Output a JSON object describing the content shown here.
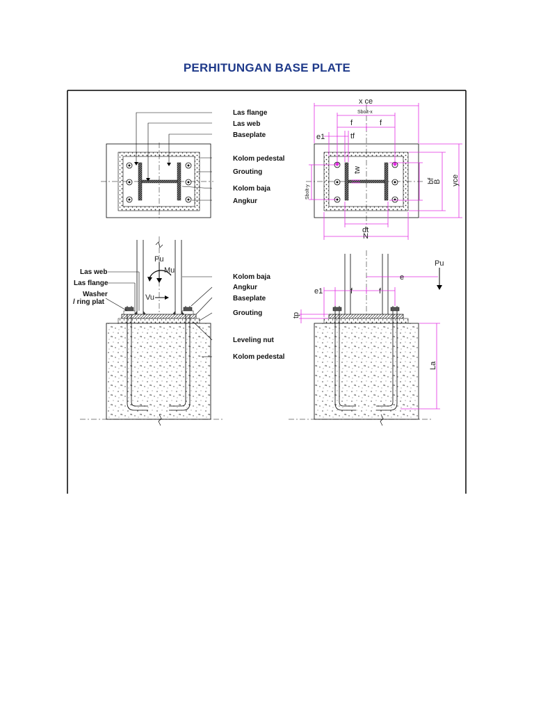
{
  "document": {
    "title": "PERHITUNGAN BASE PLATE"
  },
  "plan_view_left": {
    "labels": [
      "Las flange",
      "Las web",
      "Baseplate",
      "Kolom pedestal",
      "Grouting",
      "Kolom baja",
      "Angkur"
    ]
  },
  "plan_view_right": {
    "dims": {
      "xce": "x ce",
      "sbolt_x": "Sbolt-x",
      "f1": "f",
      "f2": "f",
      "e1": "e1",
      "tf": "tf",
      "tw": "tw",
      "bf": "bf",
      "B": "B",
      "yce": "yce",
      "sbolt_y": "Sbolt-y",
      "dt": "dt",
      "N": "N"
    }
  },
  "section_view_left": {
    "labels_left": [
      "Las web",
      "Las flange",
      "Washer",
      "/ ring plat"
    ],
    "labels_right": [
      "Kolom baja",
      "Angkur",
      "Baseplate",
      "Grouting",
      "Leveling nut",
      "Kolom pedestal"
    ],
    "loads": {
      "pu": "Pu",
      "mu": "Mu",
      "vu": "Vu"
    }
  },
  "section_view_right": {
    "dims": {
      "pu": "Pu",
      "e1": "e1",
      "f1": "f",
      "f2": "f",
      "e": "e",
      "tp": "tp",
      "la": "La"
    }
  }
}
